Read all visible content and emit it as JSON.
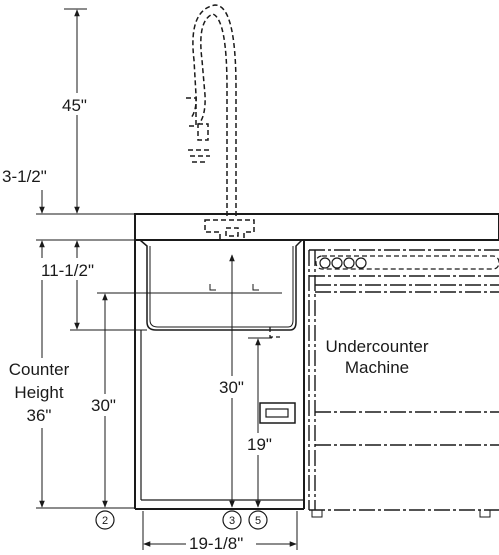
{
  "dimensions": {
    "faucet_height": "45\"",
    "backsplash": "3-1/2\"",
    "sink_depth": "11-1/2\"",
    "counter_height_line1": "Counter",
    "counter_height_line2": "Height",
    "counter_height_value": "36\"",
    "left_30": "30\"",
    "center_30": "30\"",
    "center_19": "19\"",
    "sink_width": "19-1/8\""
  },
  "machine": {
    "line1": "Undercounter",
    "line2": "Machine"
  },
  "callouts": {
    "c2": "2",
    "c3": "3",
    "c5": "5"
  }
}
